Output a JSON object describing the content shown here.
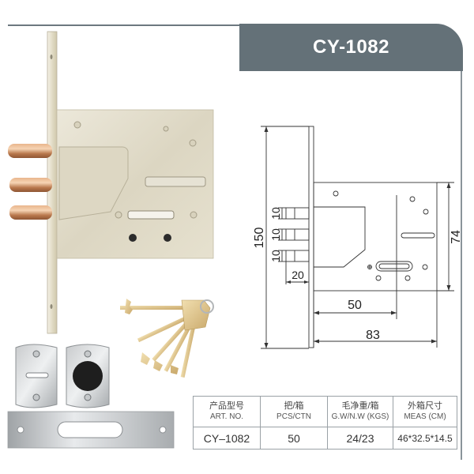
{
  "header": {
    "model_title": "CY-1082",
    "bar_color": "#647178",
    "title_color": "#ffffff"
  },
  "product_images": {
    "lock_body": "mortise-lock-photo",
    "bolts_count": 3,
    "bolt_color": "#c8885a",
    "keys": "key-bunch-photo",
    "key_count": 5,
    "escutcheons": [
      "keyhole-escutcheon-plate",
      "cylinder-cover-escutcheon-plate"
    ],
    "strike_plate": "strike-plate-photo"
  },
  "drawing": {
    "dimensions": {
      "height_total": "150",
      "body_height": "74",
      "backset": "50",
      "body_width": "83",
      "bolt_spacing_1": "10",
      "bolt_spacing_2": "10",
      "bolt_spacing_3": "10",
      "bolt_throw": "20"
    }
  },
  "spec_table": {
    "headers": [
      {
        "cn": "产品型号",
        "en": "ART. NO."
      },
      {
        "cn": "把/箱",
        "en": "PCS/CTN"
      },
      {
        "cn": "毛净重/箱",
        "en": "G.W/N.W (KGS)"
      },
      {
        "cn": "外箱尺寸",
        "en": "MEAS (CM)"
      }
    ],
    "row": [
      "CY–1082",
      "50",
      "24/23",
      "46*32.5*14.5"
    ]
  }
}
